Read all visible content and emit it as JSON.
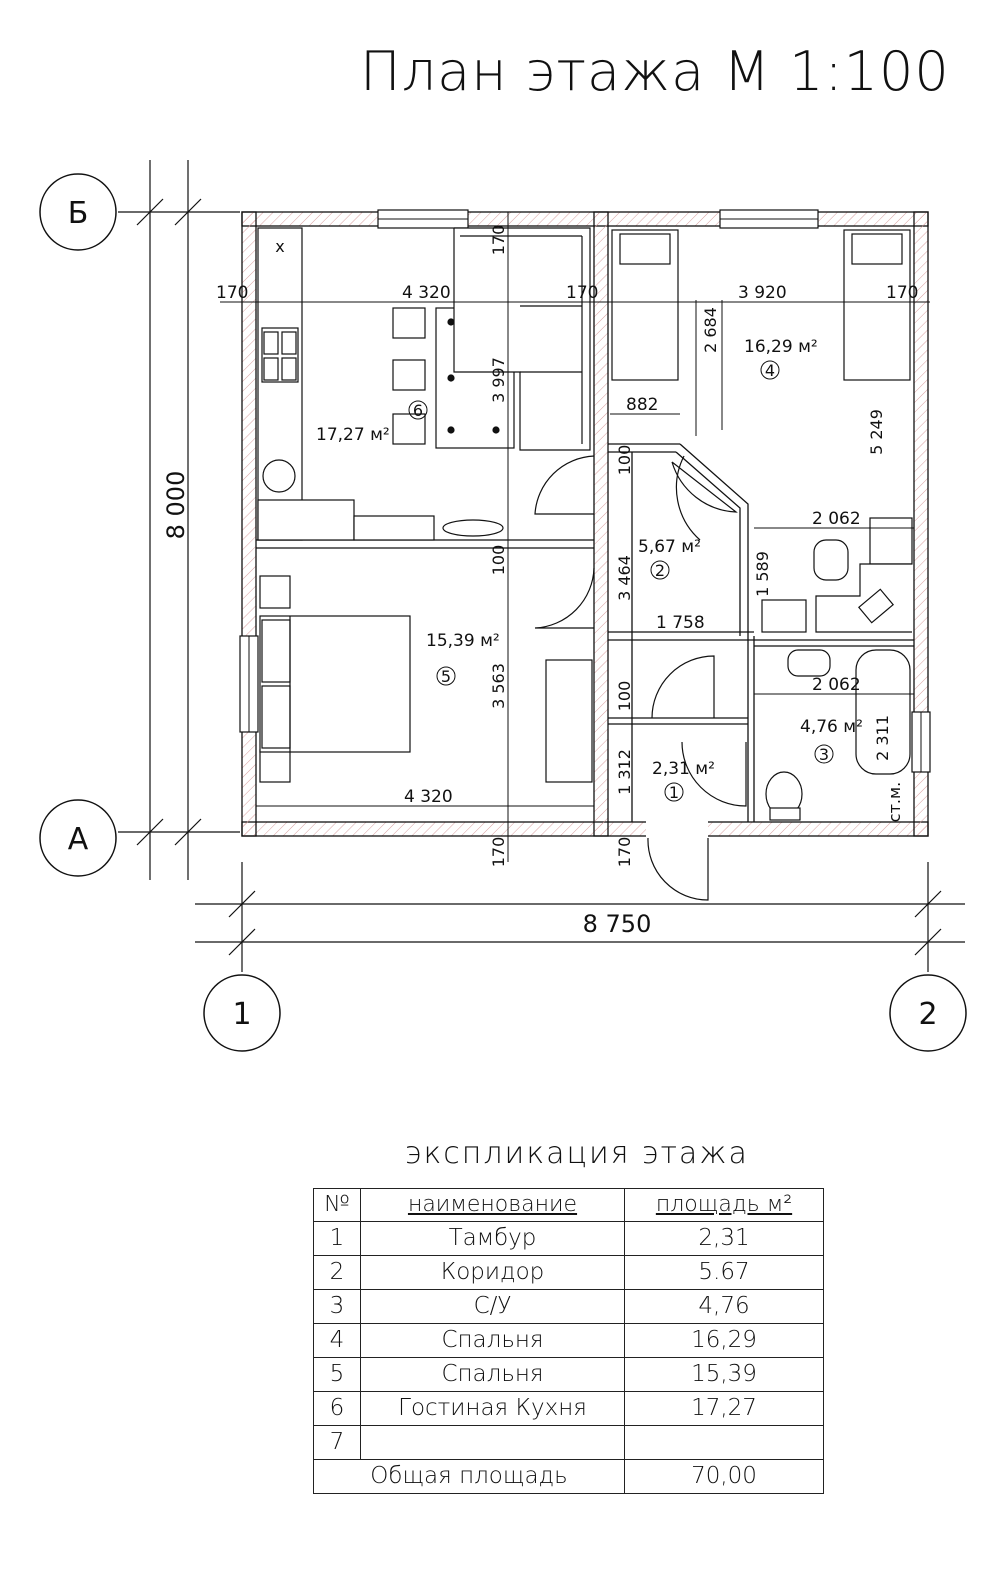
{
  "title": "План   этажа М 1:100",
  "axes": {
    "b": "Б",
    "a": "А",
    "n1": "1",
    "n2": "2"
  },
  "dimensions": {
    "overall_height": "8 000",
    "overall_width": "8 750",
    "wall_left": "170",
    "wall_mid": "170",
    "wall_right": "170",
    "kitchen_width": "4 320",
    "bedroom4_width": "3 920",
    "kitchen_wall_top": "170",
    "kitchen_depth": "3 997",
    "bedroom4_depth_a": "2 684",
    "bedroom4_depth_b": "5 249",
    "bedroom4_nook": "882",
    "door_thk_1": "100",
    "door_thk_2": "100",
    "door_thk_3": "100",
    "corridor_height": "3 464",
    "corridor_width": "1 758",
    "desk_width": "2 062",
    "desk_depth": "1 589",
    "bath_width": "2 062",
    "bath_depth": "2 311",
    "bedroom5_depth": "3 563",
    "bedroom5_width": "4 320",
    "vestibule_height": "1 312",
    "bottom_wall_1": "170",
    "bottom_wall_2": "170"
  },
  "rooms": {
    "r1_area": "2,31 м²",
    "r1_num": "1",
    "r2_area": "5,67 м²",
    "r2_num": "2",
    "r3_area": "4,76 м²",
    "r3_num": "3",
    "r4_area": "16,29 м²",
    "r4_num": "4",
    "r5_area": "15,39 м²",
    "r5_num": "5",
    "r6_area": "17,27 м²",
    "r6_num": "6"
  },
  "fixtures": {
    "bath_label": "ст.м.",
    "stove_mark": "х"
  },
  "explication": {
    "title": "экспликация   этажа",
    "col_num": "№",
    "col_name": "наименование",
    "col_area": "площадь м²",
    "rows": [
      {
        "num": "1",
        "name": "Тамбур",
        "area": "2,31"
      },
      {
        "num": "2",
        "name": "Коридор",
        "area": "5.67"
      },
      {
        "num": "3",
        "name": "С/У",
        "area": "4,76"
      },
      {
        "num": "4",
        "name": "Спальня",
        "area": "16,29"
      },
      {
        "num": "5",
        "name": "Спальня",
        "area": "15,39"
      },
      {
        "num": "6",
        "name": "Гостиная   Кухня",
        "area": "17,27"
      },
      {
        "num": "7",
        "name": "",
        "area": ""
      }
    ],
    "total_label": "Общая площадь",
    "total_value": "70,00"
  }
}
